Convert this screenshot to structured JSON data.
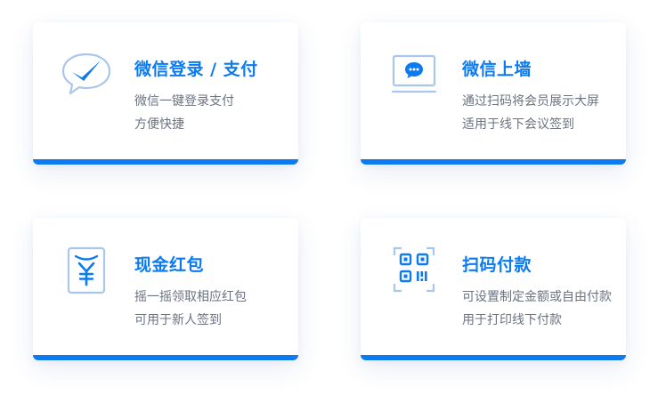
{
  "colors": {
    "accent": "#0d7bef",
    "icon_light": "#a9c7ec",
    "description": "#6b7280"
  },
  "cards": [
    {
      "icon": "checkmark-chat-bubble-icon",
      "title": "微信登录 / 支付",
      "line1": "微信一键登录支付",
      "line2": "方便快捷"
    },
    {
      "icon": "monitor-chat-icon",
      "title": "微信上墙",
      "line1": "通过扫码将会员展示大屏",
      "line2": "适用于线下会议签到"
    },
    {
      "icon": "red-envelope-yuan-icon",
      "title": "现金红包",
      "line1": "摇一摇领取相应红包",
      "line2": "可用于新人签到"
    },
    {
      "icon": "qr-code-scan-icon",
      "title": "扫码付款",
      "line1": "可设置制定金额或自由付款",
      "line2": "用于打印线下付款"
    }
  ]
}
